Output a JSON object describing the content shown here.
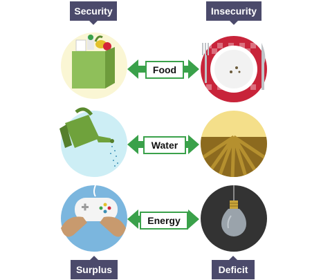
{
  "headers": {
    "left": "Security",
    "right": "Insecurity"
  },
  "footers": {
    "left": "Surplus",
    "right": "Deficit"
  },
  "rows": [
    {
      "label": "Food",
      "left_icon": "shopping-bag-icon",
      "right_icon": "empty-plate-icon"
    },
    {
      "label": "Water",
      "left_icon": "watering-can-icon",
      "right_icon": "dry-field-icon"
    },
    {
      "label": "Energy",
      "left_icon": "game-controller-icon",
      "right_icon": "light-bulb-icon"
    }
  ],
  "colors": {
    "tag_bg": "#4b4a6b",
    "arrow_green": "#3aa14a",
    "food_left_circle": "#faf6d4",
    "food_right_circle": "#c8243a",
    "water_left_circle": "#cdeef5",
    "water_right_circle": "#d9b63a",
    "energy_left_circle": "#7bb6de",
    "energy_right_circle": "#333333"
  }
}
